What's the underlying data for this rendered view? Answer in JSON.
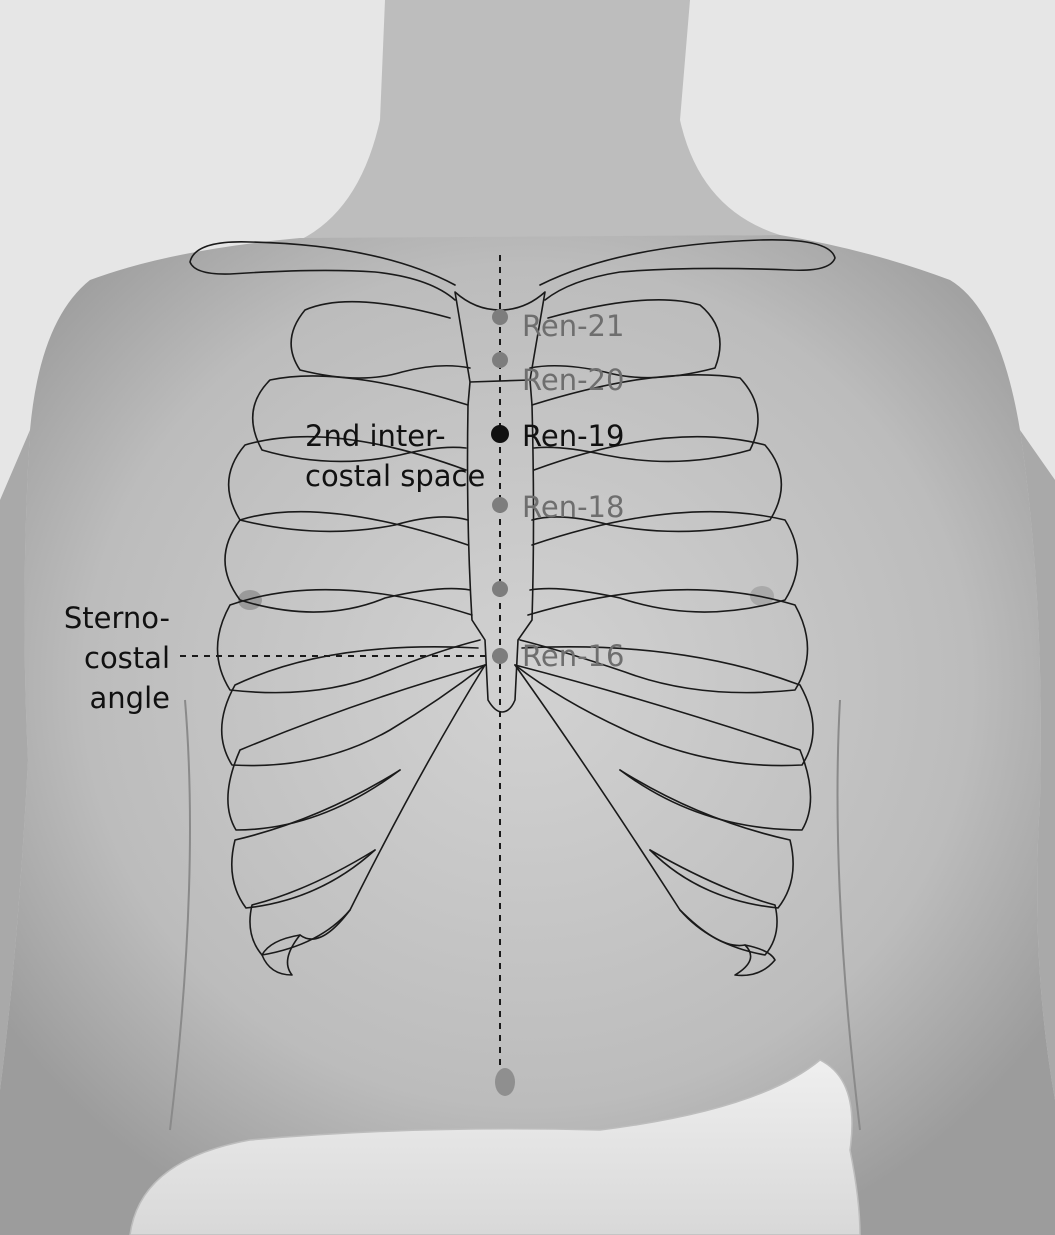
{
  "colors": {
    "background": "#e8e8e8",
    "skin": "#c9c9c9",
    "outline": "#1a1a1a",
    "point_active": "#111111",
    "point_inactive": "#7d7d7d",
    "label_active": "#111111",
    "label_inactive": "#6e6e6e"
  },
  "points": [
    {
      "id": "ren21",
      "label": "Ren-21",
      "active": false
    },
    {
      "id": "ren20",
      "label": "Ren-20",
      "active": false
    },
    {
      "id": "ren19",
      "label": "Ren-19",
      "active": true
    },
    {
      "id": "ren18",
      "label": "Ren-18",
      "active": false
    },
    {
      "id": "ren17",
      "label": "",
      "active": false
    },
    {
      "id": "ren16",
      "label": "Ren-16",
      "active": false
    }
  ],
  "annotations": {
    "intercostal": [
      "2nd inter-",
      "costal space"
    ],
    "sternocostal": [
      "Sterno-",
      "costal",
      "angle"
    ]
  }
}
